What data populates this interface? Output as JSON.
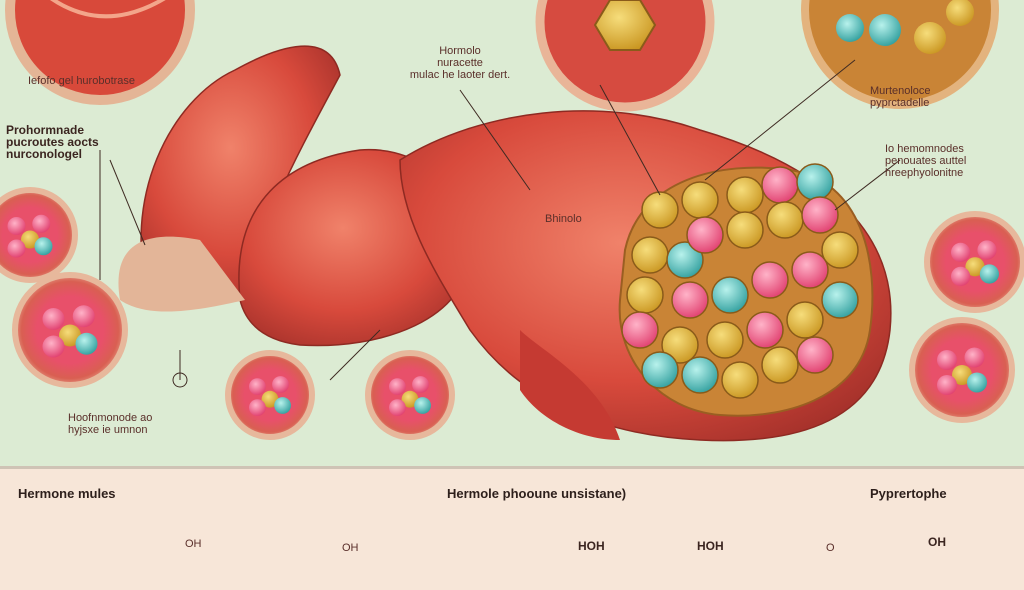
{
  "labels": {
    "top_left": "Iefofo gel hurobotrase",
    "hormone_top": [
      "Hormolo",
      "nuracette",
      "mulac he laoter dert."
    ],
    "prohormone": [
      "Prohormnade",
      "pucroutes aocts",
      "nurconologel"
    ],
    "center": "Bhinolo",
    "right_top": [
      "Murtenoloce",
      "pyprctadelle"
    ],
    "right_mid": [
      "Io hemomnodes",
      "penouates auttel",
      "hreephyolonitne"
    ],
    "bottom_left": [
      "Hoofnmonode ao",
      "hyjsxe ie umnon"
    ],
    "panel_left": "Hermone mules",
    "panel_center": "Hermole phooune unsistane)",
    "panel_right": "Pyprertophe",
    "chem_1": "OH",
    "chem_2": "OH",
    "chem_3": "HOH",
    "chem_4": "HOH",
    "chem_5": "O",
    "chem_6": "OH"
  },
  "colors": {
    "background": "#dcebd3",
    "muscle": "#d84a3c",
    "muscle_dark": "#a9322b",
    "fat_yellow": "#e0b332",
    "pink_cell": "#e8507c",
    "teal_cell": "#48b8b4",
    "panel": "#f7e6d8"
  }
}
